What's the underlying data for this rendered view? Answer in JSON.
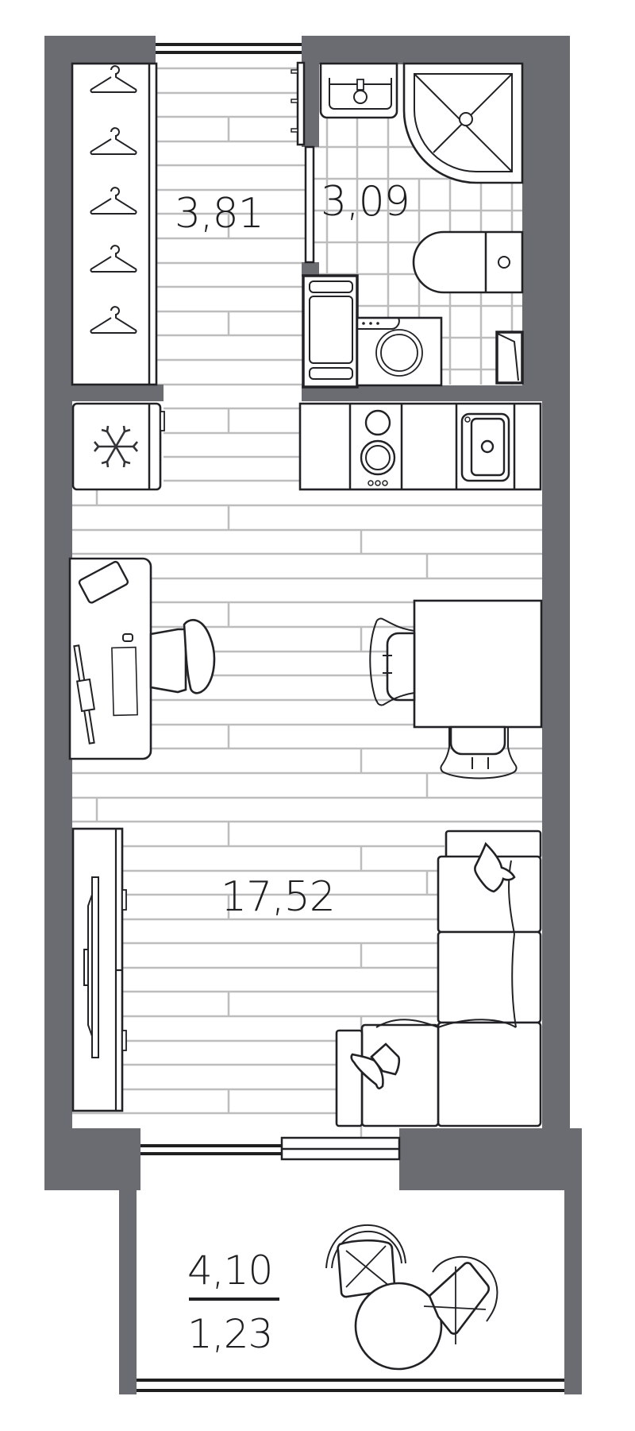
{
  "plan": {
    "type": "studio-apartment-floor-plan",
    "colors": {
      "wall": "#6b6c71",
      "floor_lines": "#bdbdbd",
      "furniture_stroke": "#222226",
      "text": "#1f1f22"
    },
    "rooms": [
      {
        "id": "hallway",
        "area": "3,81"
      },
      {
        "id": "bathroom",
        "area": "3,09"
      },
      {
        "id": "living-kitchen",
        "area": "17,52"
      },
      {
        "id": "balcony",
        "area_total": "4,10",
        "area_reduced": "1,23"
      }
    ],
    "furniture": [
      "wardrobe-with-hangers",
      "coat-rack",
      "sink",
      "corner-shower",
      "toilet",
      "water-heater",
      "washing-machine",
      "floor-drain",
      "fridge",
      "kitchen-counter-with-hob-and-sink",
      "work-desk-with-chair",
      "dining-table-with-chairs",
      "tv-cabinet",
      "corner-sofa",
      "balcony-table-with-chairs"
    ]
  }
}
